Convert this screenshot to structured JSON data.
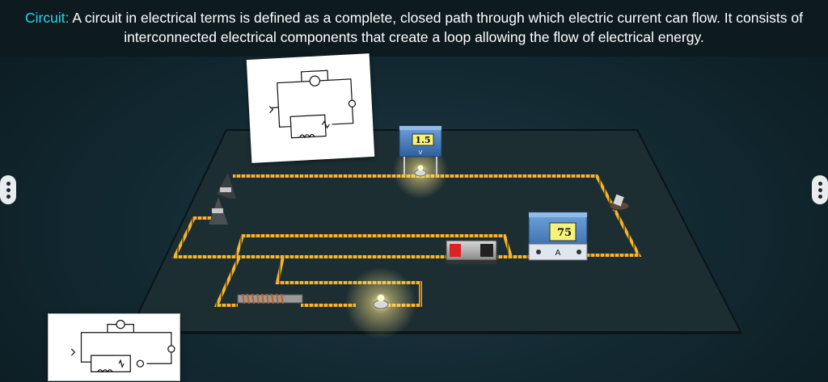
{
  "caption": {
    "term": "Circuit:",
    "text": " A circuit in electrical terms is defined as a complete, closed path through which electric current can flow. It consists of interconnected electrical components that create a loop allowing the flow of electrical energy."
  },
  "voltmeter": {
    "reading": "1.5",
    "symbol": "V"
  },
  "ammeter": {
    "reading": "75",
    "symbol": "A"
  },
  "colors": {
    "board": "#1d2e33",
    "wire": "#f2b630",
    "caption_term": "#2ed3e6",
    "meter_blue": "#4a86c8",
    "display": "#f7f27a"
  },
  "icons": {
    "left_menu": "vertical-dots-icon",
    "right_menu": "vertical-dots-icon"
  }
}
